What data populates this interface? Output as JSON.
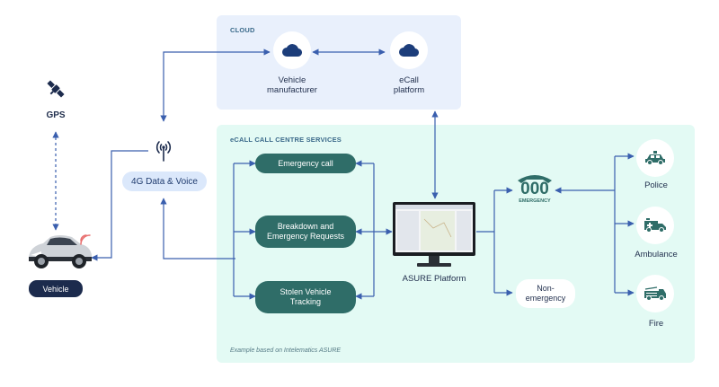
{
  "cloud": {
    "title": "CLOUD",
    "manufacturer": "Vehicle\nmanufacturer",
    "platform": "eCall\nplatform"
  },
  "services": {
    "title": "eCALL CALL CENTRE SERVICES",
    "emergency_call": "Emergency call",
    "breakdown": "Breakdown and\nEmergency Requests",
    "stolen": "Stolen Vehicle\nTracking",
    "asure": "ASURE Platform",
    "non_emergency": "Non-\nemergency",
    "caption": "Example based on Intelematics ASURE"
  },
  "left": {
    "gps": "GPS",
    "data_voice": "4G Data & Voice",
    "vehicle": "Vehicle"
  },
  "responders": {
    "police": "Police",
    "ambulance": "Ambulance",
    "fire": "Fire"
  },
  "emergency_sign": {
    "digits": "000",
    "word": "EMERGENCY"
  },
  "colors": {
    "line": "#3a5fae",
    "teal": "#2f6d68",
    "navy": "#1c2b4d"
  },
  "icons": [
    "satellite-icon",
    "antenna-icon",
    "cloud-icon",
    "telephone-icon",
    "police-car-icon",
    "ambulance-icon",
    "fire-truck-icon",
    "car-icon",
    "monitor-icon"
  ]
}
